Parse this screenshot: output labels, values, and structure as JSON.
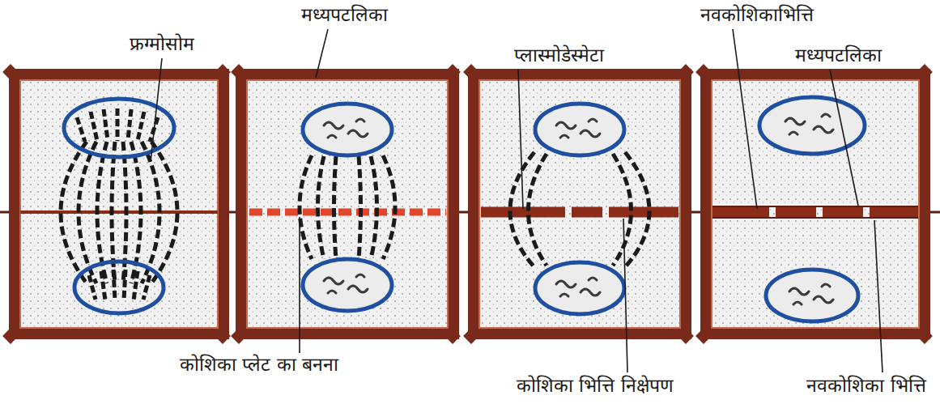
{
  "diagram": {
    "labels": [
      "फ्रग्मोसोम",
      "मध्यपटलिका",
      "प्लास्मोडेस्मेटा",
      "नवकोशिकाभित्ति",
      "मध्यपटलिका",
      "कोशिका प्लेट का बनना",
      "कोशिका भित्ति निक्षेपण",
      "नवकोशिका भित्ति"
    ]
  }
}
